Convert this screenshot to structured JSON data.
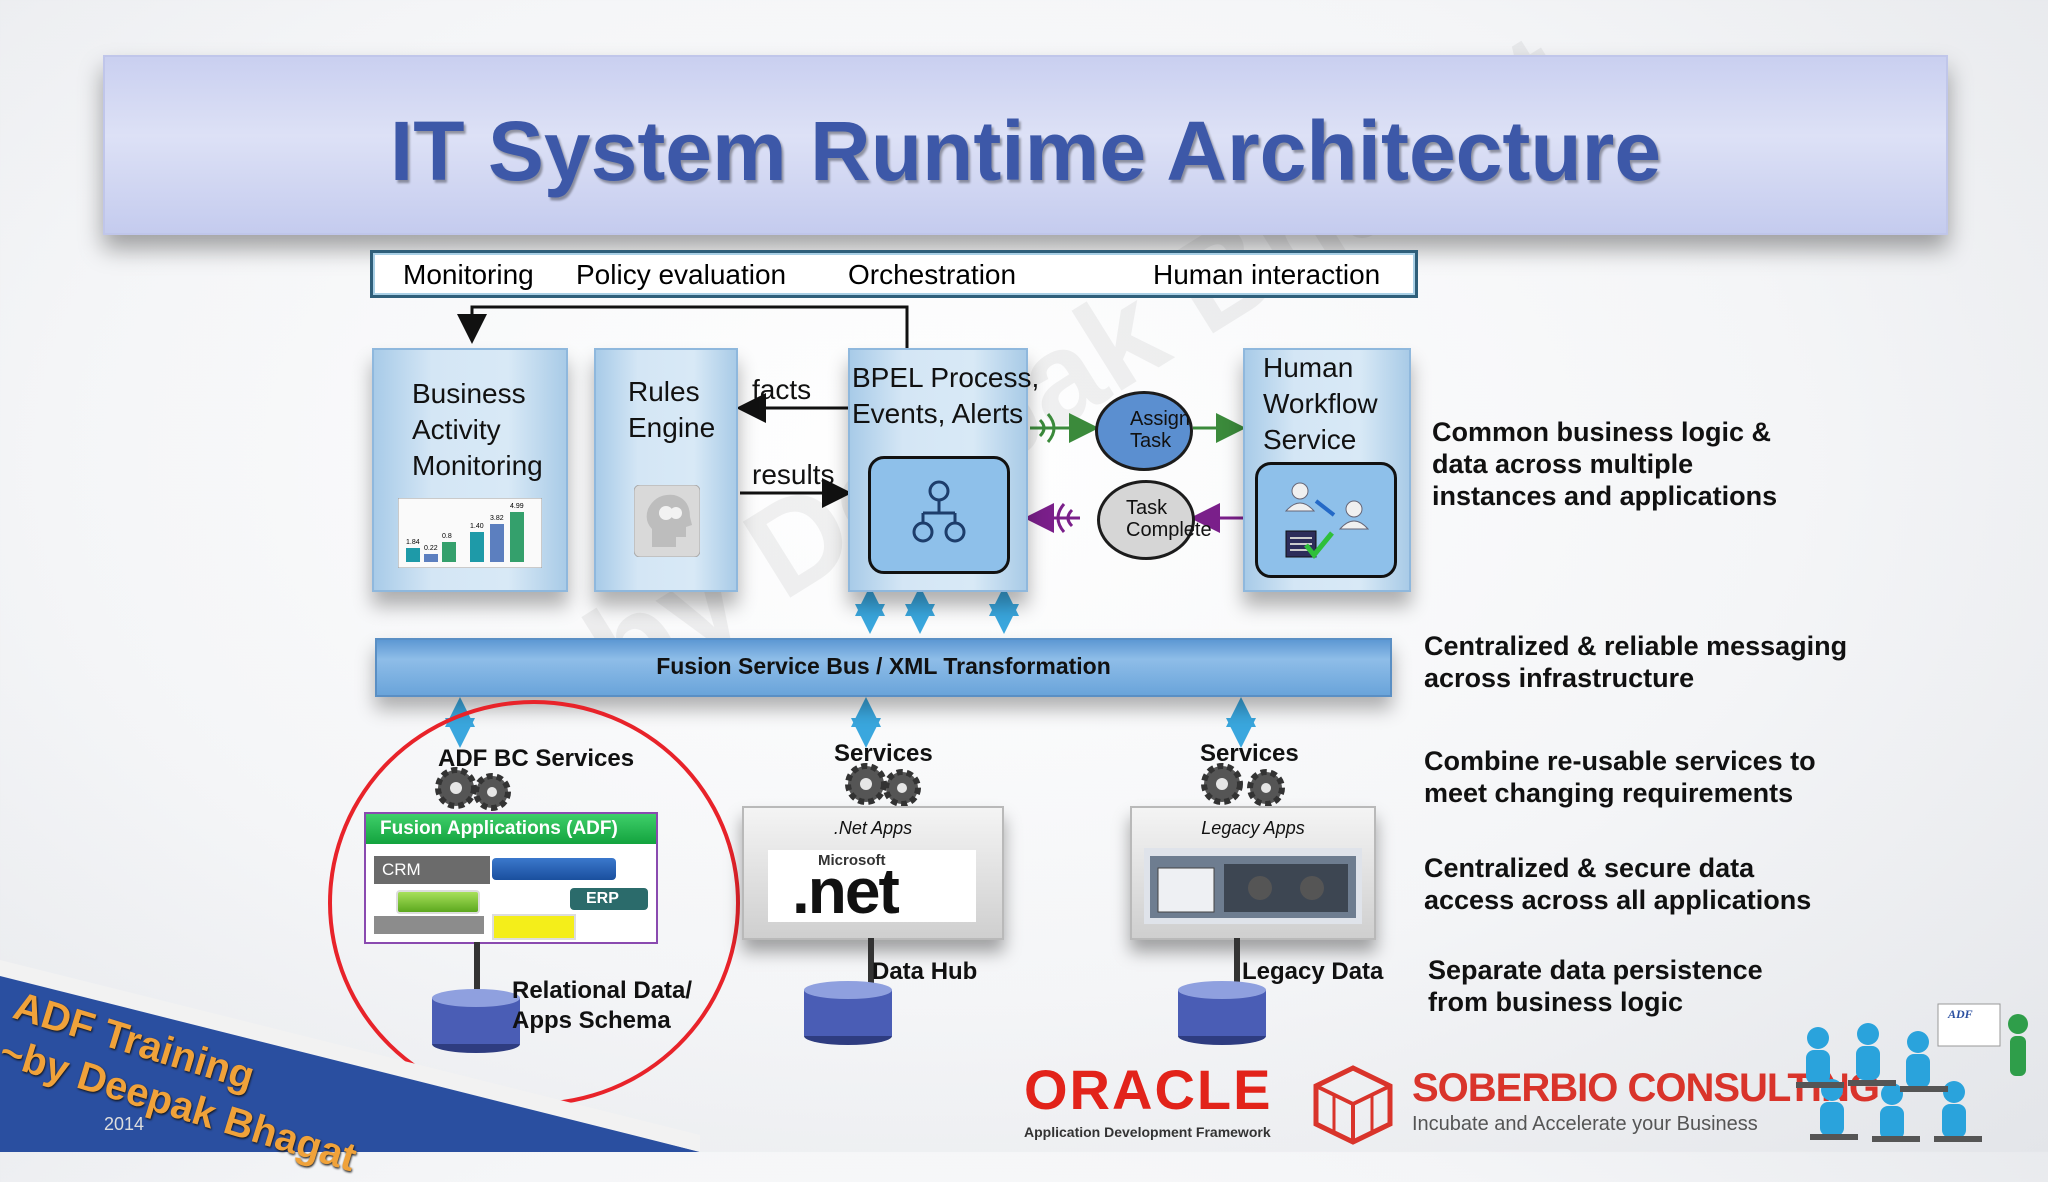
{
  "title": "IT System Runtime Architecture",
  "top_bar": {
    "monitoring": "Monitoring",
    "policy": "Policy evaluation",
    "orchestration": "Orchestration",
    "human": "Human interaction"
  },
  "bam": {
    "line1": "Business",
    "line2": "Activity",
    "line3": "Monitoring",
    "chart_values": [
      "1.84",
      "0.22",
      "0.8",
      "1.40",
      "3.82",
      "4.99"
    ]
  },
  "rules": {
    "line1": "Rules",
    "line2": "Engine"
  },
  "arrows": {
    "facts": "facts",
    "results": "results"
  },
  "bpel": {
    "line1": "BPEL Process,",
    "line2": "Events, Alerts"
  },
  "assign": {
    "line1": "Assign",
    "line2": "Task"
  },
  "complete": {
    "line1": "Task",
    "line2": "Complete"
  },
  "human_workflow": {
    "line1": "Human",
    "line2": "Workflow",
    "line3": "Service"
  },
  "bus": {
    "label": "Fusion Service Bus  / XML Transformation"
  },
  "adf": {
    "heading": "ADF BC Services",
    "bar": "Fusion Applications (ADF)",
    "crm": "CRM",
    "erp": "ERP",
    "db_line1": "Relational Data/",
    "db_line2": "Apps Schema"
  },
  "net": {
    "heading": "Services",
    "caption": ".Net Apps",
    "ms": "Microsoft",
    "logo": ".net",
    "db": "Data Hub"
  },
  "legacy": {
    "heading": "Services",
    "caption": "Legacy Apps",
    "db": "Legacy Data"
  },
  "right_notes": {
    "n1": [
      "Common business logic &",
      "data across multiple",
      "instances and applications"
    ],
    "n2": [
      "Centralized & reliable messaging",
      "across infrastructure"
    ],
    "n3": [
      "Combine re-usable services to",
      "meet changing requirements"
    ],
    "n4": [
      "Centralized & secure data",
      "access across all applications"
    ],
    "n5": [
      "Separate data persistence",
      "from business logic"
    ]
  },
  "watermark": "by Deepak Bhagat",
  "footer": {
    "line1": "ADF Training",
    "line2": "~by Deepak Bhagat",
    "year": "2014",
    "oracle": "ORACLE",
    "oracle_sub": "Application Development Framework",
    "soberbio": "SOBERBIO CONSULTING",
    "soberbio_sub": "Incubate and Accelerate your Business",
    "adf_badge": "ADF"
  },
  "colors": {
    "title": "#3d58a8",
    "panel": "#d4e6f5",
    "bus": "#6aa4da",
    "circle": "#e8232a",
    "oracle": "#e2231a",
    "soberbio": "#d9342b"
  }
}
